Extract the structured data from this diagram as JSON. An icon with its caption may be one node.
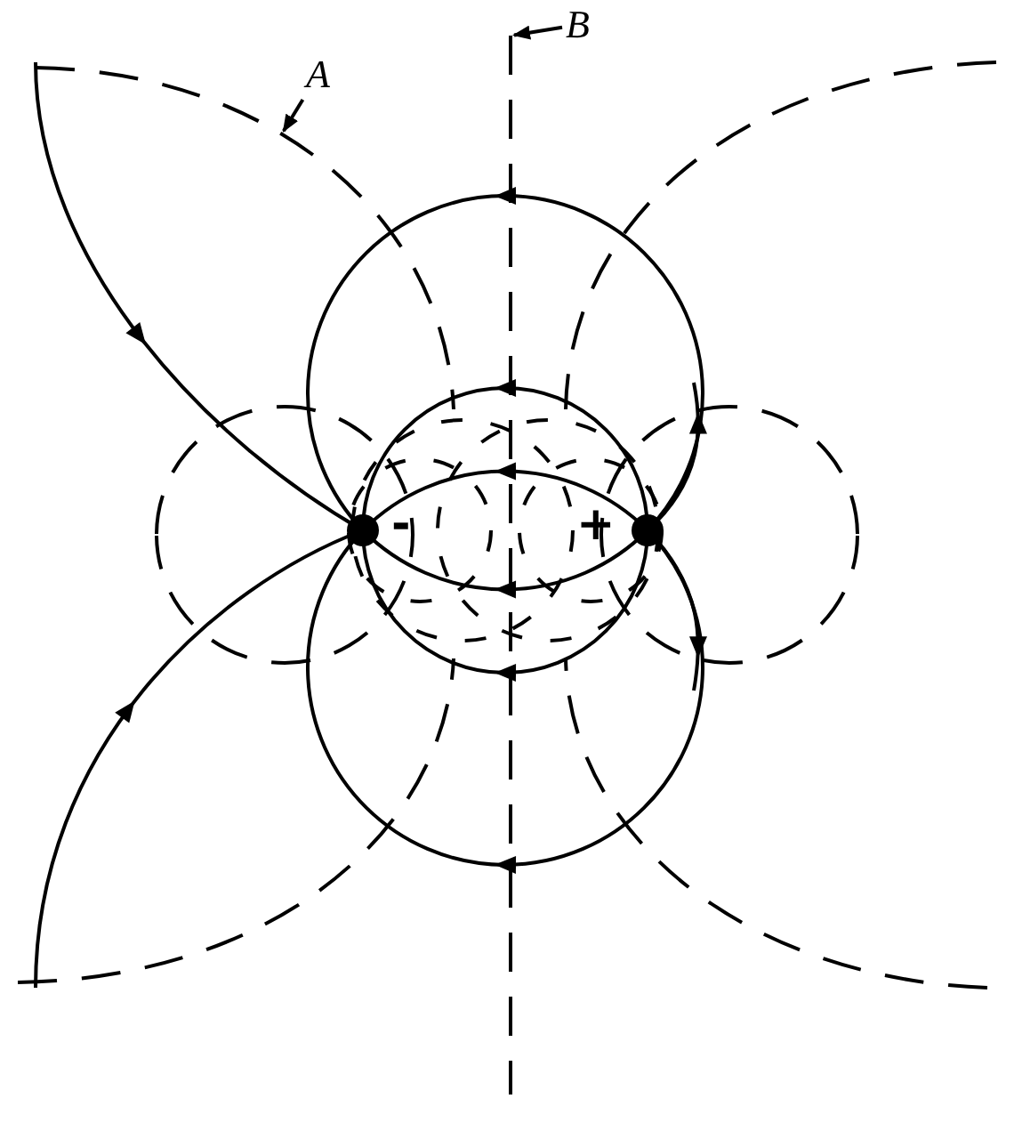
{
  "diagram": {
    "nodes": [
      {
        "text": [
          "A"
        ]
      },
      {
        "text": [],
        "shape": "line"
      },
      {
        "text": [
          "B"
        ]
      },
      {
        "text": [],
        "shape": "line"
      }
    ],
    "edges": [
      {
        "from": 0,
        "to": 1,
        "arrow": "to"
      },
      {
        "from": 2,
        "to": 3,
        "arrow": "to"
      }
    ],
    "labels": [
      "-",
      "+"
    ]
  }
}
